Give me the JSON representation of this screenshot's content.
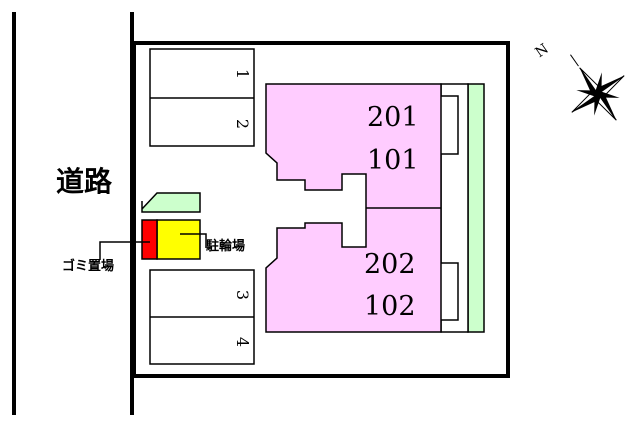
{
  "road_label": "道路",
  "north_label": "N",
  "units": [
    "201",
    "101",
    "202",
    "102"
  ],
  "parking_numbers": [
    "1",
    "2",
    "3",
    "4"
  ],
  "bicycle_parking_label": "駐輪場",
  "garbage_area_label": "ゴミ置場",
  "colors": {
    "building": "#ffccff",
    "green_strip": "#ccffcc",
    "bicycle_parking": "#ffff00",
    "garbage_area": "#ff0000",
    "line": "#000000"
  }
}
